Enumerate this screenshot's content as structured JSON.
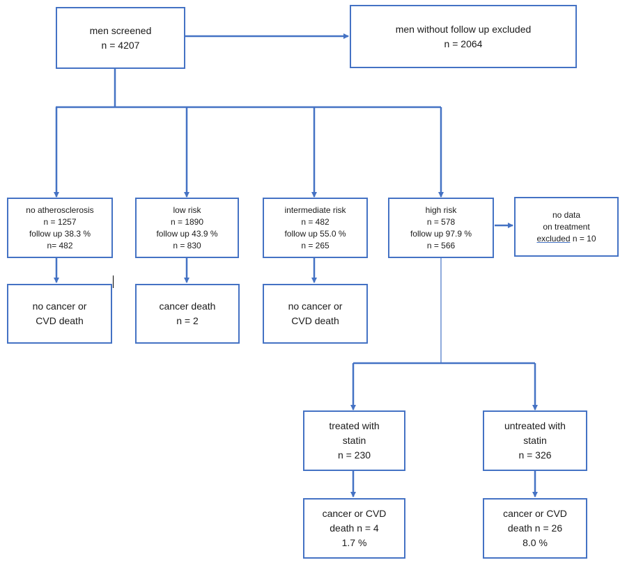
{
  "boxes": {
    "screened": {
      "lines": [
        "men screened",
        "n = 4207"
      ]
    },
    "excluded": {
      "lines": [
        "men without follow up excluded",
        "n = 2064"
      ]
    },
    "no_athero": {
      "lines": [
        "no atherosclerosis",
        "n = 1257",
        "follow up 38.3 %",
        "n= 482"
      ]
    },
    "low_risk": {
      "lines": [
        "low risk",
        "n = 1890",
        "follow up 43.9 %",
        "n = 830"
      ]
    },
    "intermediate_risk": {
      "lines": [
        "intermediate risk",
        "n = 482",
        "follow up 55.0 %",
        "n = 265"
      ]
    },
    "high_risk": {
      "lines": [
        "high risk",
        "n = 578",
        "follow up 97.9 %",
        "n = 566"
      ]
    },
    "no_treatment_data": {
      "lines": [
        "no data",
        "on treatment"
      ],
      "underlined": "excluded",
      "tail": " n = 10"
    },
    "outcome_no_athero": {
      "lines": [
        "no cancer or",
        "CVD death"
      ]
    },
    "outcome_low_risk": {
      "lines": [
        "cancer death",
        "n = 2"
      ]
    },
    "outcome_intermediate": {
      "lines": [
        "no cancer or",
        "CVD death"
      ]
    },
    "treated": {
      "lines": [
        "treated with",
        "statin",
        "n = 230"
      ]
    },
    "untreated": {
      "lines": [
        "untreated with",
        "statin",
        "n = 326"
      ]
    },
    "outcome_treated": {
      "lines": [
        "cancer or CVD",
        "death n = 4",
        "1.7 %"
      ]
    },
    "outcome_untreated": {
      "lines": [
        "cancer or CVD",
        "death n = 26",
        "8.0 %"
      ]
    }
  },
  "colors": {
    "border": "#4472c4",
    "arrow": "#4472c4",
    "text": "#1a1a1a"
  }
}
